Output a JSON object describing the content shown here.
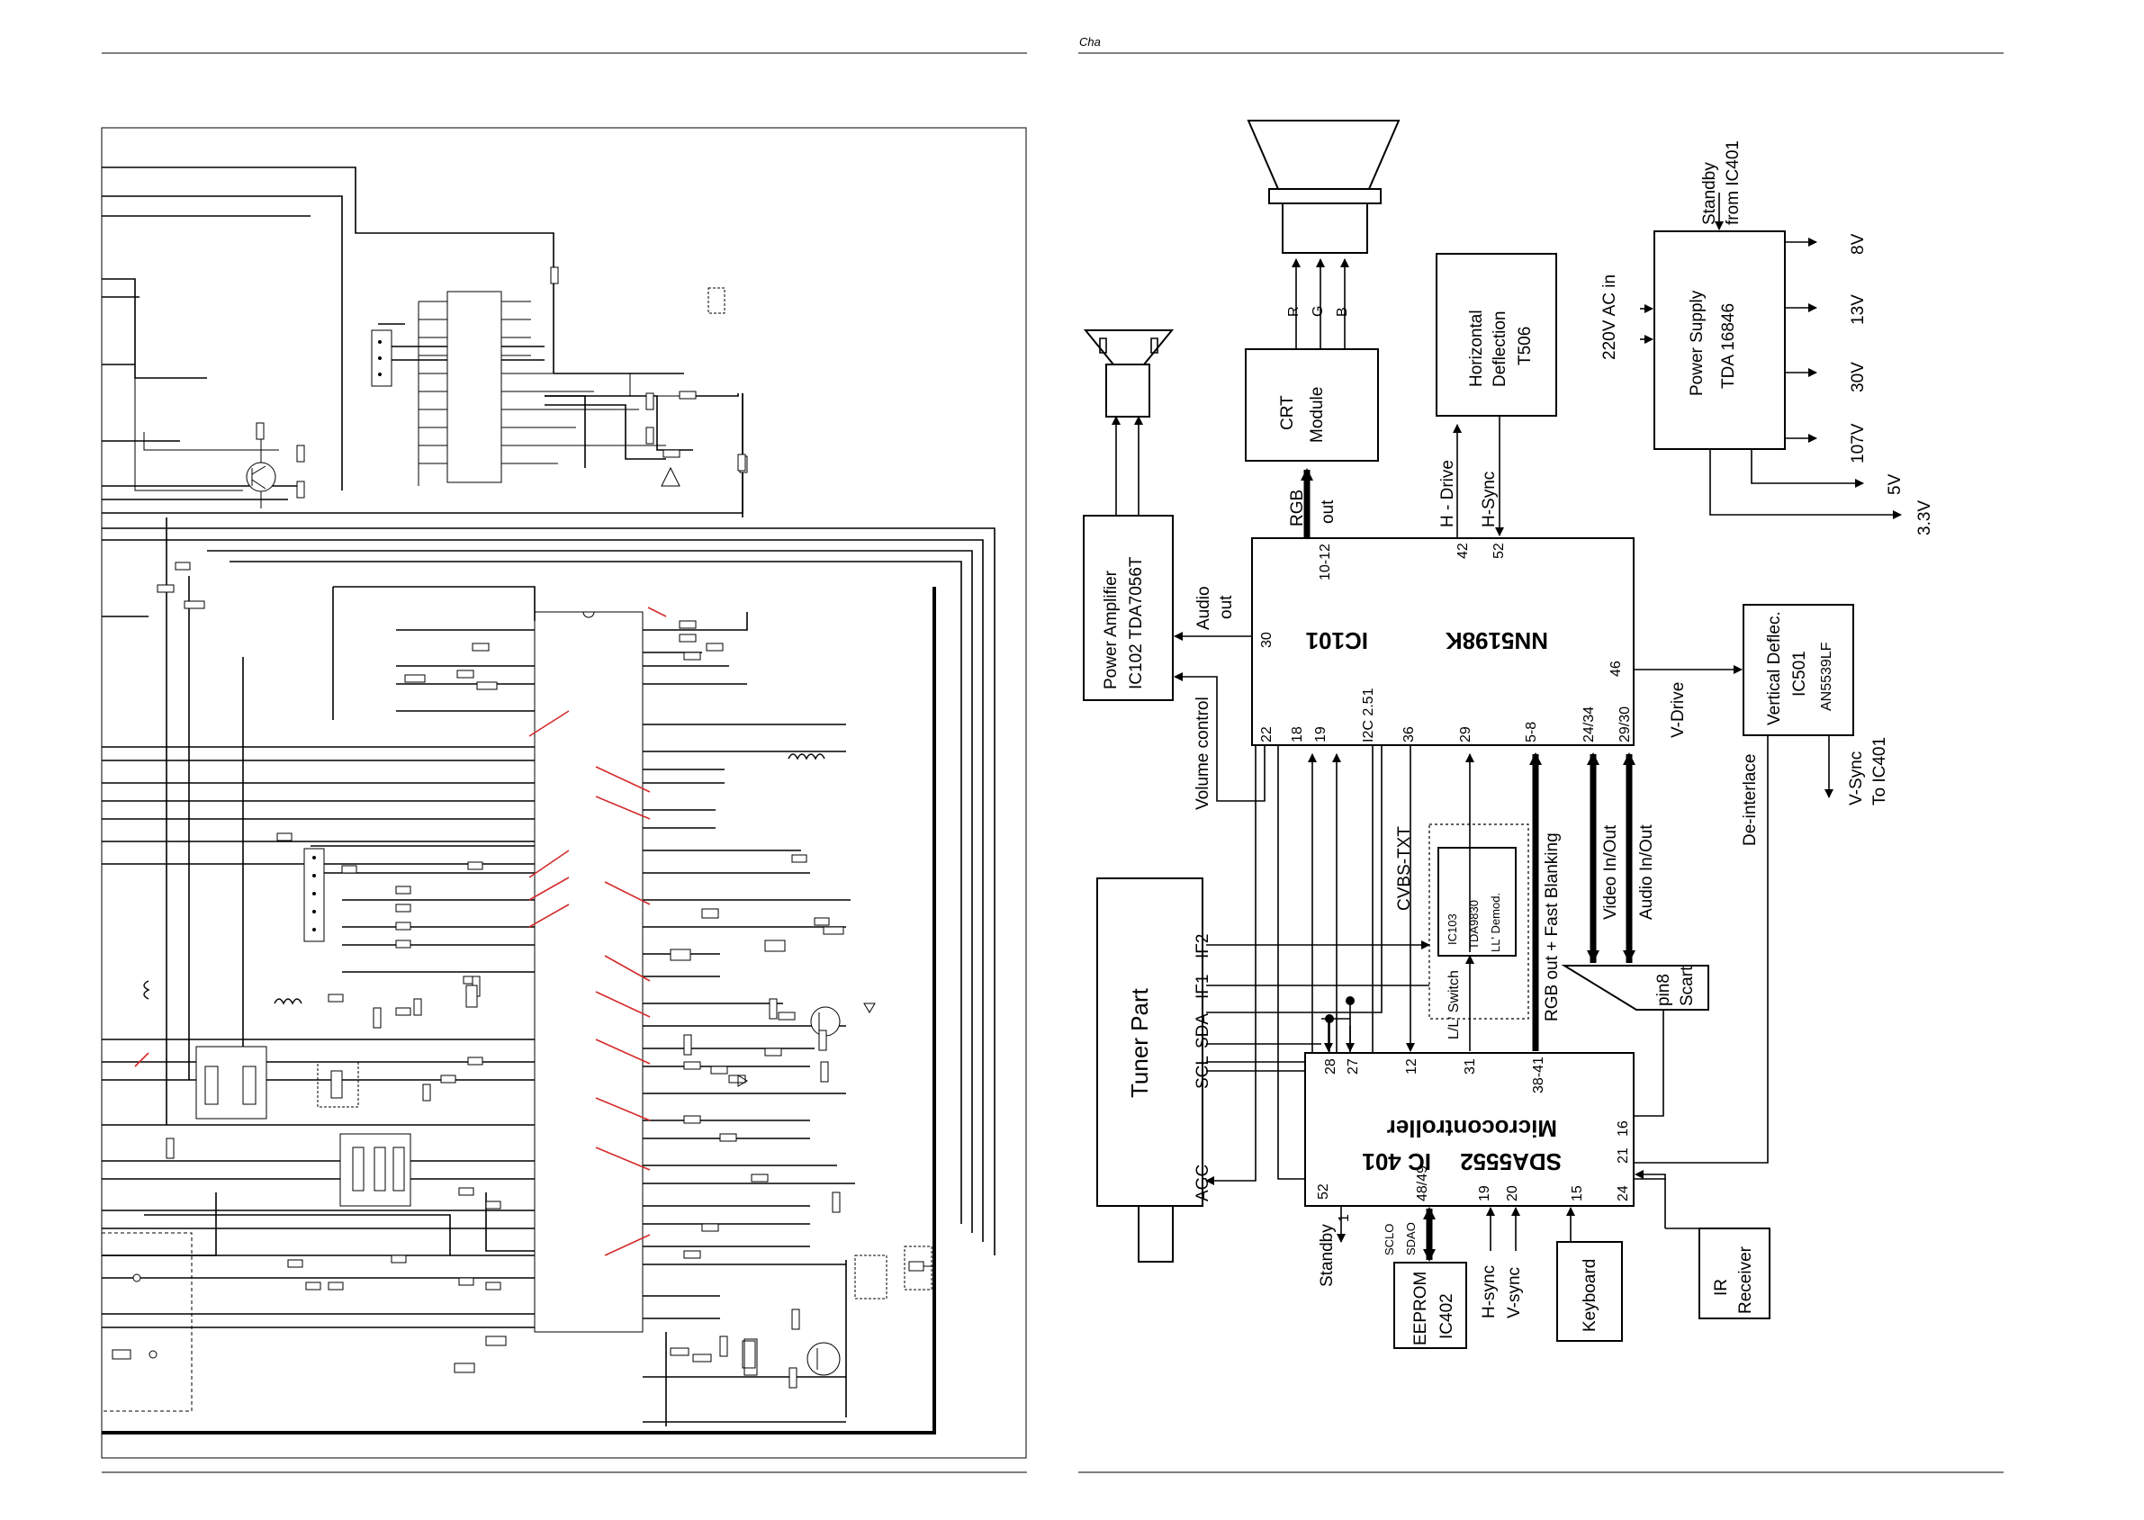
{
  "header": {
    "chapter_text": "Cha"
  },
  "block_diagram": {
    "ic101": {
      "name": "IC101",
      "part": "NN5198K"
    },
    "ic401": {
      "name": "IC 401",
      "part": "SDA5552",
      "function": "Microcontroller"
    },
    "power_supply": {
      "title": "Power Supply",
      "part": "TDA 16846",
      "input": "220V AC in",
      "standby_line1": "Standby",
      "standby_line2": "from IC401",
      "outputs": [
        "8V",
        "13V",
        "30V",
        "107V",
        "5V",
        "3.3V"
      ]
    },
    "crt_module": {
      "line1": "CRT",
      "line2": "Module",
      "rgb_line1": "RGB",
      "rgb_line2": "out",
      "pins": "10-12",
      "colors": [
        "R",
        "G",
        "B"
      ]
    },
    "horizontal_deflection": {
      "line1": "Horizontal",
      "line2": "Deflection",
      "line3": "T506",
      "h_drive": "H - Drive",
      "h_sync": "H-Sync",
      "pin_drive": "42",
      "pin_sync": "52"
    },
    "power_amplifier": {
      "line1": "Power Amplifier",
      "line2": "IC102  TDA7056T",
      "audio_line1": "Audio",
      "audio_line2": "out",
      "pin": "30",
      "volume": "Volume control"
    },
    "vertical_deflection": {
      "line1": "Vertical Deflec.",
      "line2": "IC501",
      "line3": "AN5539LF",
      "v_drive": "V-Drive",
      "pin": "46",
      "vsync_line1": "V-Sync",
      "vsync_line2": "To IC401",
      "deinterlace": "De-interlace"
    },
    "ic101_bottom_pins": [
      "22",
      "18",
      "19",
      "I2C 2.51",
      "36",
      "29",
      "5-8",
      "24/34",
      "29/30"
    ],
    "ic103": {
      "line1": "IC103",
      "line2": "TDA9830",
      "line3": "LL' Demod.",
      "switch": "L/L' Switch"
    },
    "tuner": {
      "label": "Tuner    Part",
      "pins": [
        "IF2",
        "IF1",
        "SDA",
        "SCL",
        "AGC"
      ]
    },
    "signals": {
      "cvbs": "CVBS-TXT",
      "rgb_fast": "RGB out + Fast Blanking",
      "video_io": "Video In/Out",
      "audio_io": "Audio In/Out"
    },
    "scart": {
      "line1": "Scart",
      "line2": "pin8"
    },
    "ic401_top_pins": [
      "28",
      "27",
      "12",
      "31",
      "38-41",
      "21",
      "16"
    ],
    "ic401_bottom_pins": [
      "52",
      "1",
      "48/49",
      "19",
      "20",
      "15",
      "24"
    ],
    "standby": "Standby",
    "sclo": "SCLO",
    "sdao": "SDAO",
    "eeprom": {
      "line1": "EEPROM",
      "line2": "IC402"
    },
    "hsync_in": "H-sync",
    "vsync_in": "V-sync",
    "keyboard": "Keyboard",
    "ir_receiver": {
      "line1": "IR",
      "line2": "Receiver"
    }
  }
}
